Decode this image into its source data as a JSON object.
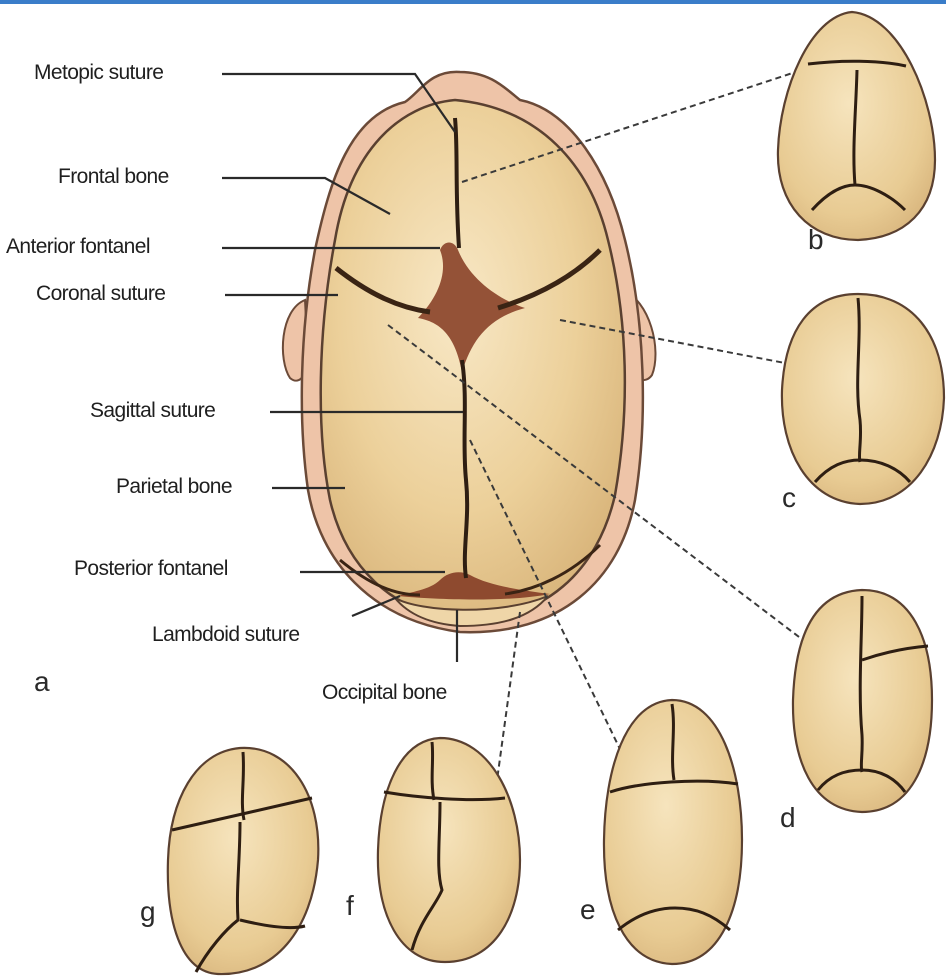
{
  "diagram": {
    "labels": {
      "metopic_suture": "Metopic suture",
      "frontal_bone": "Frontal bone",
      "anterior_fontanel": "Anterior fontanel",
      "coronal_suture": "Coronal suture",
      "sagittal_suture": "Sagittal suture",
      "parietal_bone": "Parietal bone",
      "posterior_fontanel": "Posterior fontanel",
      "lambdoid_suture": "Lambdoid suture",
      "occipital_bone": "Occipital bone"
    },
    "panel_letters": {
      "a": "a",
      "b": "b",
      "c": "c",
      "d": "d",
      "e": "e",
      "f": "f",
      "g": "g"
    }
  },
  "colors": {
    "bone_fill": "#ecd09a",
    "bone_highlight": "#f7e6c3",
    "scalp": "#eec4a8",
    "outline": "#5a4030",
    "suture": "#2e1e12",
    "fontanel": "#8e4a2f",
    "leader": "#2a2a2a",
    "accent_bar": "#3a7dc9"
  }
}
